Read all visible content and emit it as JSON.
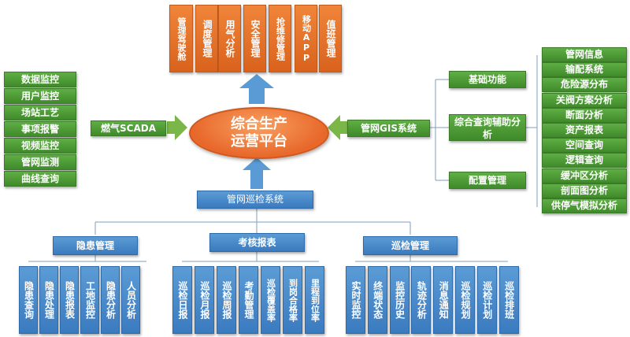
{
  "center": {
    "line1": "综合生产",
    "line2": "运营平台"
  },
  "top_modules": [
    "管理驾驶舱",
    "调度管理",
    "用气分析",
    "安全管理",
    "抢维修管理",
    "移动APP",
    "值班管理"
  ],
  "scada": {
    "label": "燃气SCADA",
    "items": [
      "数据监控",
      "用户监控",
      "场站工艺",
      "事项报警",
      "视频监控",
      "管网监测",
      "曲线查询"
    ]
  },
  "gis": {
    "label": "管网GIS系统",
    "branches": [
      "基础功能",
      "综合查询辅助分析",
      "配置管理"
    ],
    "items": [
      "管网信息",
      "输配系统",
      "危险源分布",
      "关阀方案分析",
      "断面分析",
      "资产报表",
      "空间查询",
      "逻辑查询",
      "缓冲区分析",
      "剖面图分析",
      "供停气模拟分析"
    ]
  },
  "patrol": {
    "label": "管网巡检系统",
    "groups": [
      {
        "label": "隐患管理",
        "items": [
          "隐患查询",
          "隐患处理",
          "隐患报表",
          "工地监控",
          "隐患分析",
          "人员分析"
        ]
      },
      {
        "label": "考核报表",
        "items": [
          "巡检日报",
          "巡检月报",
          "巡检周报",
          "考勤管理",
          "巡检覆盖率",
          "到岗合格率",
          "里程到位率"
        ]
      },
      {
        "label": "巡检管理",
        "items": [
          "实时监控",
          "终端状态",
          "监控历史",
          "轨迹分析",
          "消息通知",
          "巡检规划",
          "巡检计划",
          "巡检排班"
        ]
      }
    ]
  },
  "colors": {
    "green": "#4a9a35",
    "orange": "#e8722c",
    "blue": "#4a8bc9",
    "arrow": "#5b9bd5",
    "green_arrow": "#7ab648"
  }
}
